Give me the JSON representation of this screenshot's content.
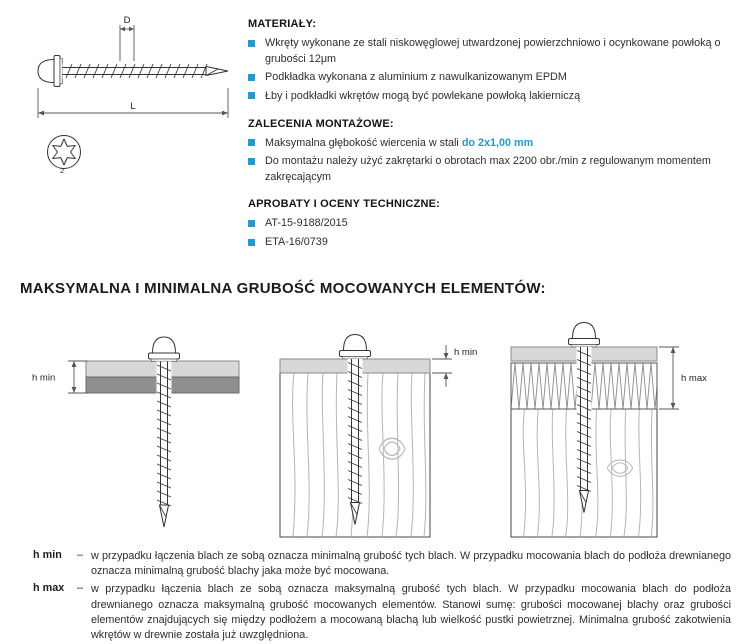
{
  "colors": {
    "accent": "#1d9ad8",
    "sheet_light": "#d8d8d8",
    "sheet_dark": "#8f8f8f"
  },
  "technical_drawing": {
    "diameter_label": "D",
    "length_label": "L",
    "drive_size_label": "2"
  },
  "materials": {
    "heading": "MATERIAŁY:",
    "items": [
      "Wkręty wykonane ze stali niskowęglowej utwardzonej powierzchniowo i ocynkowane powłoką o grubości 12μm",
      "Podkładka wykonana z aluminium z nawulkanizowanym EPDM",
      "Łby i podkładki wkrętów mogą być powlekane powłoką lakierniczą"
    ]
  },
  "assembly": {
    "heading": "ZALECENIA MONTAŻOWE:",
    "item1_text": "Maksymalna głębokość wiercenia w stali ",
    "item1_highlight": "do 2x1,00 mm",
    "item2": "Do montażu należy użyć zakrętarki o obrotach max 2200 obr./min z regulowanym momentem zakręcającym"
  },
  "approvals": {
    "heading": "APROBATY I OCENY TECHNICZNE:",
    "items": [
      "AT-15-9188/2015",
      "ETA-16/0739"
    ]
  },
  "main_heading": "MAKSYMALNA I MINIMALNA GRUBOŚĆ MOCOWANYCH ELEMENTÓW:",
  "diagrams": {
    "sheet_to_sheet_label": "h min",
    "sheet_to_wood_label": "h min",
    "max_thickness_label": "h max"
  },
  "definitions": [
    {
      "term": "h min",
      "dash": "–",
      "text": "w przypadku łączenia blach ze sobą oznacza minimalną grubość tych blach. W przypadku mocowania blach do podłoża drewnianego oznacza minimalną grubość blachy jaka może być mocowana."
    },
    {
      "term": "h max",
      "dash": "–",
      "text": "w przypadku łączenia blach ze sobą oznacza maksymalną grubość tych blach. W przypadku mocowania blach do podłoża drewnianego oznacza maksymalną grubość mocowanych elementów. Stanowi sumę: grubości mocowanej blachy oraz grubości elementów znajdujących się między podłożem a mocowaną blachą lub wielkość pustki powietrznej. Minimalna grubość zakotwienia wkrętów w drewnie została już uwzględniona."
    }
  ]
}
